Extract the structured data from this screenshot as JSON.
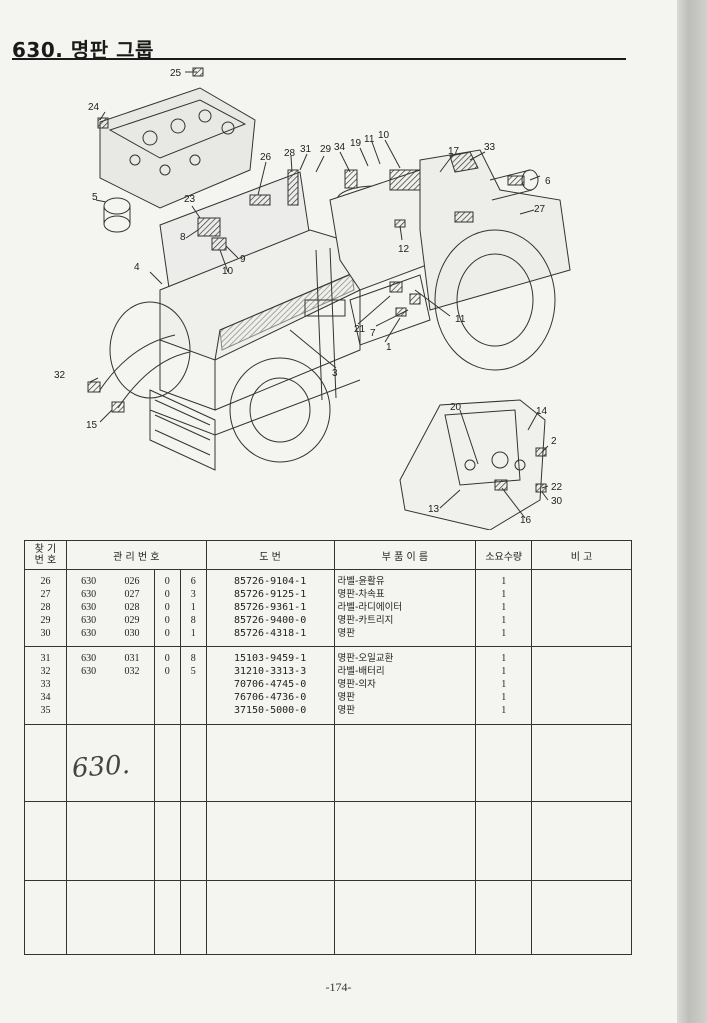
{
  "header": {
    "title": "630. 명판 그룹"
  },
  "diagram": {
    "callouts": [
      "25",
      "24",
      "5",
      "23",
      "8",
      "9",
      "10",
      "26",
      "28",
      "31",
      "29",
      "34",
      "19",
      "11",
      "10",
      "17",
      "33",
      "6",
      "27",
      "12",
      "4",
      "21",
      "7",
      "11",
      "1",
      "3",
      "32",
      "15",
      "20",
      "14",
      "2",
      "22",
      "30",
      "13",
      "16"
    ]
  },
  "table": {
    "headers": {
      "index": "찾 기\n번 호",
      "mgmt": "관 리 번 호",
      "drawing": "도 번",
      "name": "부 품 이 름",
      "qty": "소요수량",
      "note": "비 고"
    },
    "blocks": [
      {
        "rows": [
          {
            "idx": "26",
            "m1": "630",
            "m2": "026",
            "m3": "0",
            "m4": "6",
            "drawing": "85726-9104-1",
            "name": "라벨-윤활유",
            "qty": "1"
          },
          {
            "idx": "27",
            "m1": "630",
            "m2": "027",
            "m3": "0",
            "m4": "3",
            "drawing": "85726-9125-1",
            "name": "명판-차속표",
            "qty": "1"
          },
          {
            "idx": "28",
            "m1": "630",
            "m2": "028",
            "m3": "0",
            "m4": "1",
            "drawing": "85726-9361-1",
            "name": "라벨-라디에이터",
            "qty": "1"
          },
          {
            "idx": "29",
            "m1": "630",
            "m2": "029",
            "m3": "0",
            "m4": "8",
            "drawing": "85726-9400-0",
            "name": "명판-카트리지",
            "qty": "1"
          },
          {
            "idx": "30",
            "m1": "630",
            "m2": "030",
            "m3": "0",
            "m4": "1",
            "drawing": "85726-4318-1",
            "name": "명판",
            "qty": "1"
          }
        ]
      },
      {
        "rows": [
          {
            "idx": "31",
            "m1": "630",
            "m2": "031",
            "m3": "0",
            "m4": "8",
            "drawing": "15103-9459-1",
            "name": "명판-오일교환",
            "qty": "1"
          },
          {
            "idx": "32",
            "m1": "630",
            "m2": "032",
            "m3": "0",
            "m4": "5",
            "drawing": "31210-3313-3",
            "name": "라벨-배터리",
            "qty": "1"
          },
          {
            "idx": "33",
            "m1": "",
            "m2": "",
            "m3": "",
            "m4": "",
            "drawing": "70706-4745-0",
            "name": "명판-의자",
            "qty": "1"
          },
          {
            "idx": "34",
            "m1": "",
            "m2": "",
            "m3": "",
            "m4": "",
            "drawing": "76706-4736-0",
            "name": "명판",
            "qty": "1"
          },
          {
            "idx": "35",
            "m1": "",
            "m2": "",
            "m3": "",
            "m4": "",
            "drawing": "37150-5000-0",
            "name": "명판",
            "qty": "1"
          }
        ]
      }
    ],
    "handwritten_note": "630."
  },
  "footer": {
    "page": "-174-"
  }
}
